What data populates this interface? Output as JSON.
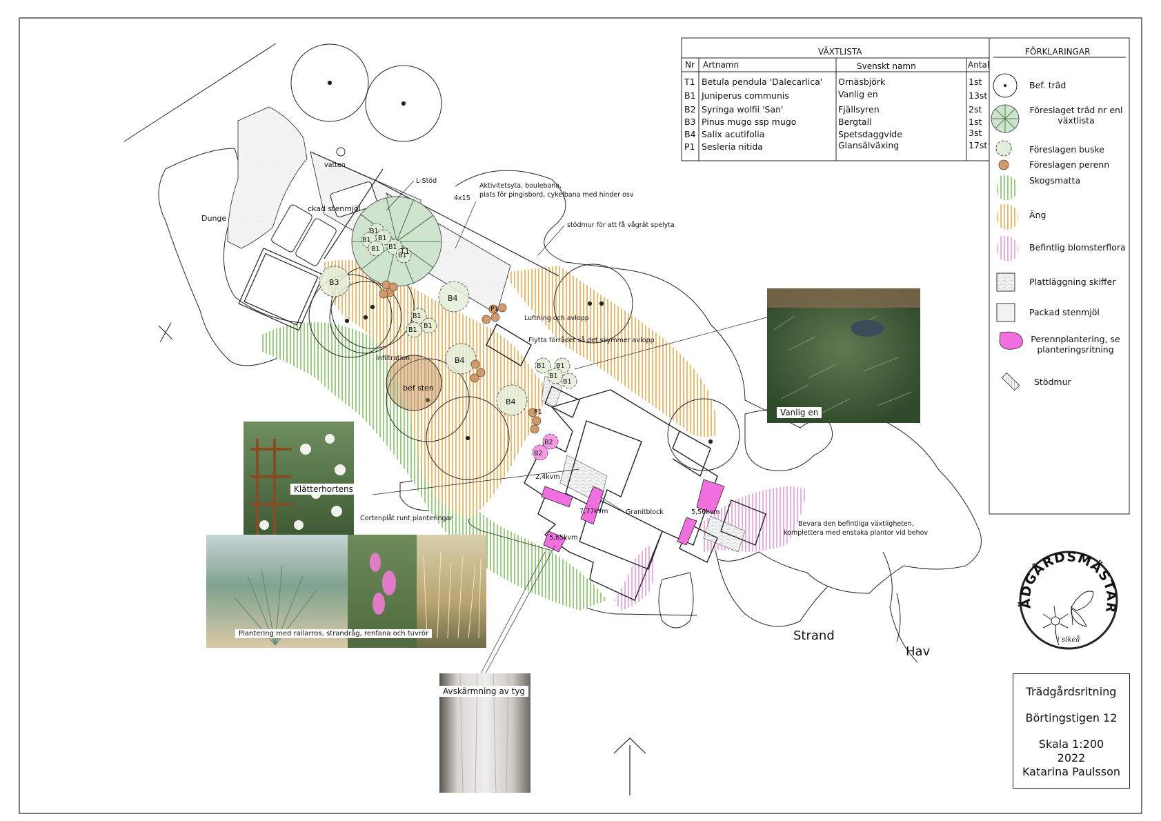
{
  "plant_list": {
    "title": "VÄXTLISTA",
    "headers": {
      "nr": "Nr",
      "artnamn": "Artnamn",
      "svenskt": "Svenskt namn",
      "antal": "Antal"
    },
    "rows": [
      {
        "nr": "T1",
        "artnamn": "Betula pendula 'Dalecarlica'",
        "svenskt": "Ornäsbjörk",
        "antal": "1st"
      },
      {
        "nr": "B1",
        "artnamn": "Juniperus communis",
        "svenskt": "Vanlig en",
        "antal": "13st"
      },
      {
        "nr": "B2",
        "artnamn": "Syringa wolfii 'San'",
        "svenskt": "Fjällsyren",
        "antal": "2st"
      },
      {
        "nr": "B3",
        "artnamn": "Pinus mugo ssp mugo",
        "svenskt": "Bergtall",
        "antal": "1st"
      },
      {
        "nr": "B4",
        "artnamn": "Salix acutifolia",
        "svenskt": "Spetsdaggvide",
        "antal": "3st"
      },
      {
        "nr": "P1",
        "artnamn": "Sesleria nitida",
        "svenskt": "Glansälväxing",
        "antal": "17st"
      }
    ]
  },
  "legend": {
    "title": "FÖRKLARINGAR",
    "items": [
      {
        "id": "existing-tree",
        "label": "Bef. träd"
      },
      {
        "id": "proposed-tree",
        "label": "Föreslaget träd nr enl växtlista"
      },
      {
        "id": "proposed-shrub",
        "label": "Föreslagen buske"
      },
      {
        "id": "proposed-perennial",
        "label": "Föreslagen perenn"
      },
      {
        "id": "forest-mat",
        "label": "Skogsmatta"
      },
      {
        "id": "meadow",
        "label": "Äng"
      },
      {
        "id": "existing-flora",
        "label": "Befintlig blomsterflora"
      },
      {
        "id": "slate-paving",
        "label": "Plattläggning skiffer"
      },
      {
        "id": "packed-gravel",
        "label": "Packad stenmjöl"
      },
      {
        "id": "perennial-planting",
        "label": "Perennplantering, se planteringsritning"
      },
      {
        "id": "retaining-wall",
        "label": "Stödmur"
      }
    ]
  },
  "plan_labels": {
    "dunge": "Dunge",
    "vatten": "vatten",
    "packad": "ckad stenmjöl",
    "lstod": "L-Stöd",
    "size": "4x15",
    "aktivitet1": "Aktivitetsyta, boulebana,",
    "aktivitet2": "plats för pingisbord, cykelbana med hinder osv",
    "stodmur": "stödmur för att få vågrät spelyta",
    "luftning": "Luftning och avlopp",
    "flytta": "Flytta förrådet så det skymmer avlopp",
    "infiltration": "Infiltration",
    "befsten": "bef sten",
    "area1": "2,4kvm",
    "area2": "7,77kvm",
    "area3": "5,65kvm",
    "area4": "5,56kvm",
    "granit": "Granitblock",
    "corten": "Cortenplåt runt planteringar",
    "bevara1": "Bevara den befintliga växtligheten,",
    "bevara2": "komplettera med enstaka plantor vid behov",
    "strand": "Strand",
    "hav": "Hav",
    "stamp_top": "TRÄDGÅRDSMÄSTAR'N",
    "stamp_bottom": "i sikeå"
  },
  "plant_markers": {
    "t1": "T1",
    "b1": "B1",
    "b2": "B2",
    "b3": "B3",
    "b4": "B4",
    "p1": "P1"
  },
  "photos": {
    "junipers": "Vanlig en",
    "hydrangea": "Klätterhortensia",
    "grasses": "Plantering med rallarros, strandråg, renfana och tuvrör",
    "curtain": "Avskärmning av tyg"
  },
  "title_block": {
    "type": "Trädgårdsritning",
    "address": "Börtingstigen 12",
    "scale": "Skala 1:200",
    "year": "2022",
    "author": "Katarina Paulsson"
  }
}
